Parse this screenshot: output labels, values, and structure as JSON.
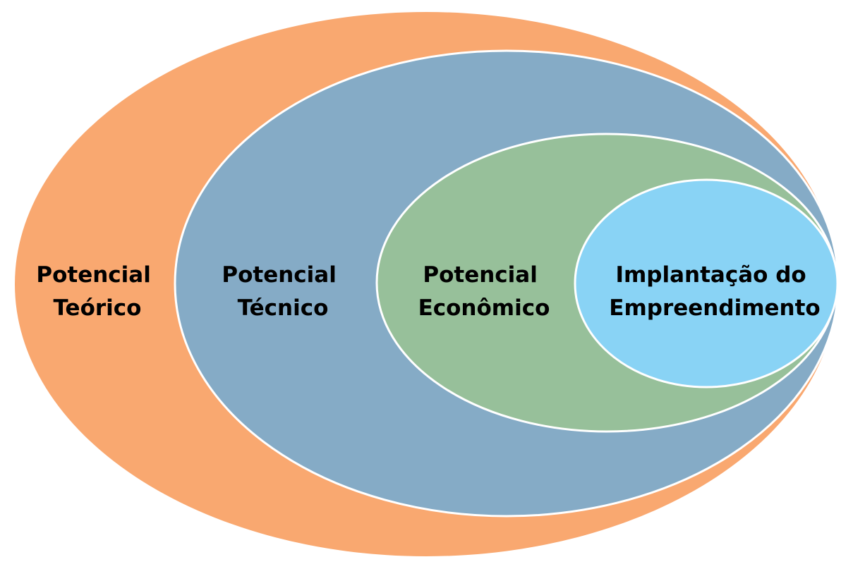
{
  "diagram": {
    "type": "nested-ellipses",
    "layers": [
      {
        "line1": "Potencial",
        "line2": "Teórico",
        "color": "#F9A870"
      },
      {
        "line1": "Potencial",
        "line2": "Técnico",
        "color": "#85ABC6"
      },
      {
        "line1": "Potencial",
        "line2": "Econômico",
        "color": "#97C09A"
      },
      {
        "line1": "Implantação do",
        "line2": "Empreendimento",
        "color": "#89D3F5"
      }
    ],
    "outline_color": "#FFFFFF"
  }
}
